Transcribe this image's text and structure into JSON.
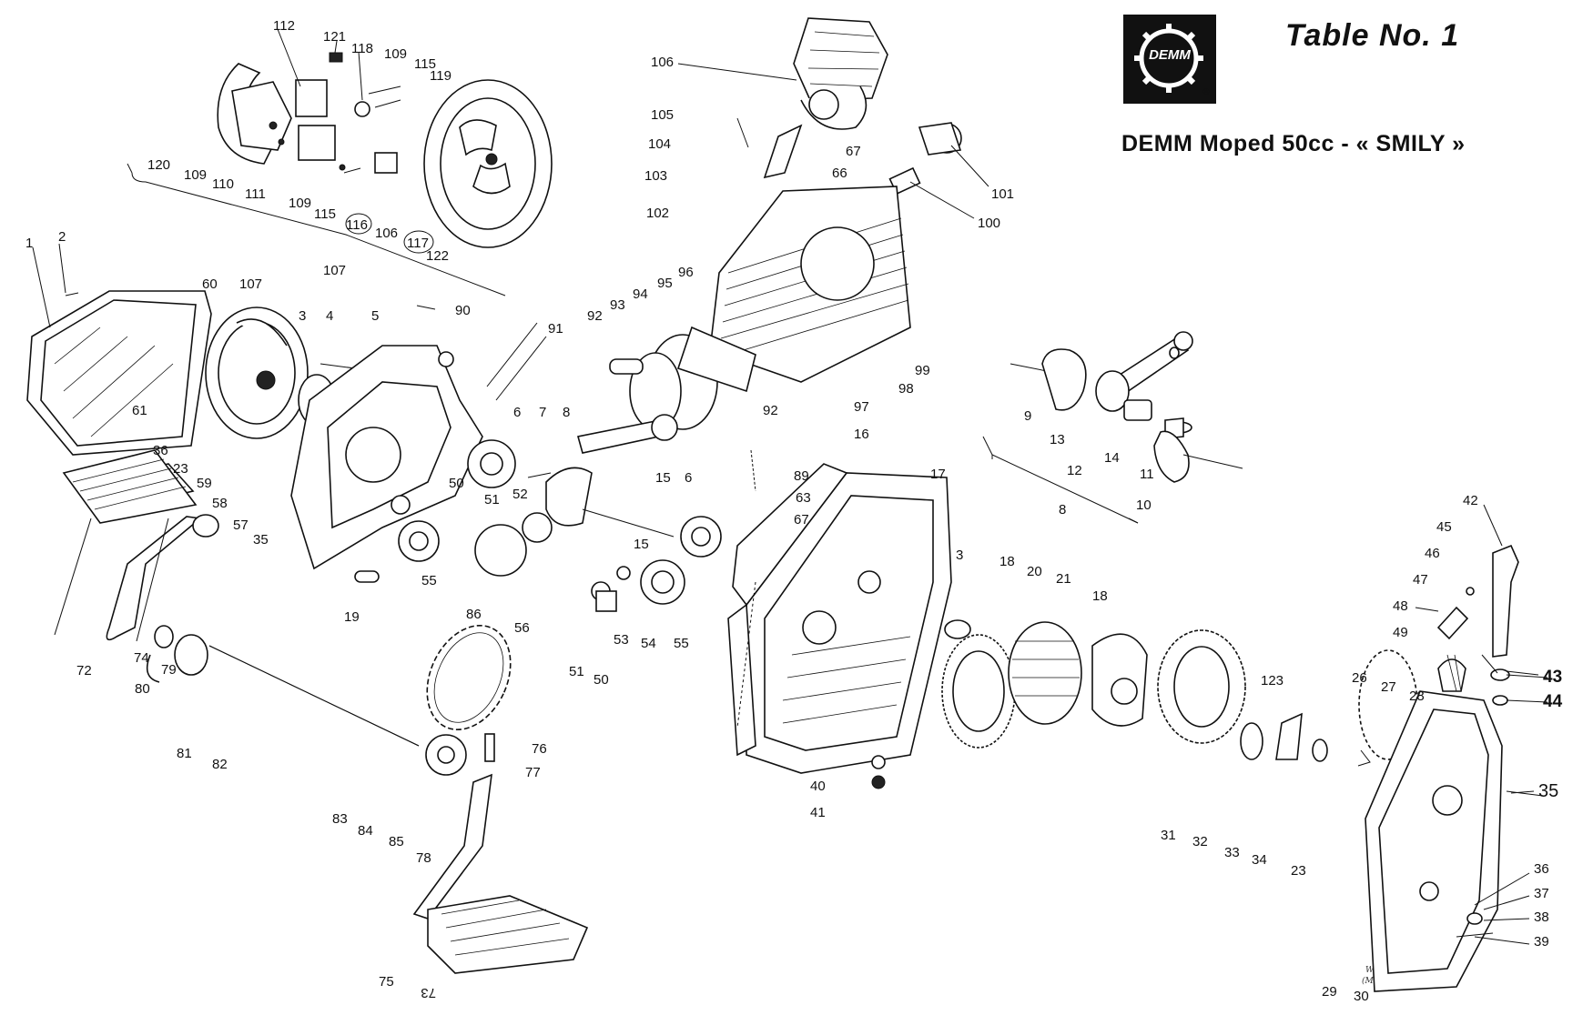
{
  "title": "Table No. 1",
  "subtitle": "DEMM Moped 50cc - « SMILY »",
  "logo": {
    "text": "DEMM",
    "registered": "®"
  },
  "signature": [
    "Walter",
    "(Milano)"
  ],
  "callouts": [
    "1",
    "2",
    "3",
    "4",
    "5",
    "6",
    "7",
    "8",
    "9",
    "10",
    "11",
    "12",
    "13",
    "14",
    "15",
    "16",
    "17",
    "18",
    "19",
    "20",
    "21",
    "23",
    "26",
    "27",
    "28",
    "29",
    "30",
    "31",
    "32",
    "33",
    "34",
    "35",
    "36",
    "37",
    "38",
    "39",
    "40",
    "41",
    "42",
    "43",
    "44",
    "45",
    "46",
    "47",
    "48",
    "49",
    "50",
    "51",
    "52",
    "53",
    "54",
    "55",
    "56",
    "57",
    "58",
    "59",
    "60",
    "61",
    "63",
    "66",
    "67",
    "72",
    "73",
    "74",
    "75",
    "76",
    "77",
    "78",
    "79",
    "80",
    "81",
    "82",
    "83",
    "84",
    "85",
    "86",
    "89",
    "90",
    "91",
    "92",
    "93",
    "94",
    "95",
    "96",
    "97",
    "98",
    "99",
    "100",
    "101",
    "102",
    "103",
    "104",
    "105",
    "106",
    "107",
    "109",
    "110",
    "111",
    "112",
    "115",
    "116",
    "117",
    "118",
    "119",
    "120",
    "121",
    "122",
    "123"
  ],
  "colors": {
    "ink": "#111111",
    "paper": "#ffffff"
  }
}
